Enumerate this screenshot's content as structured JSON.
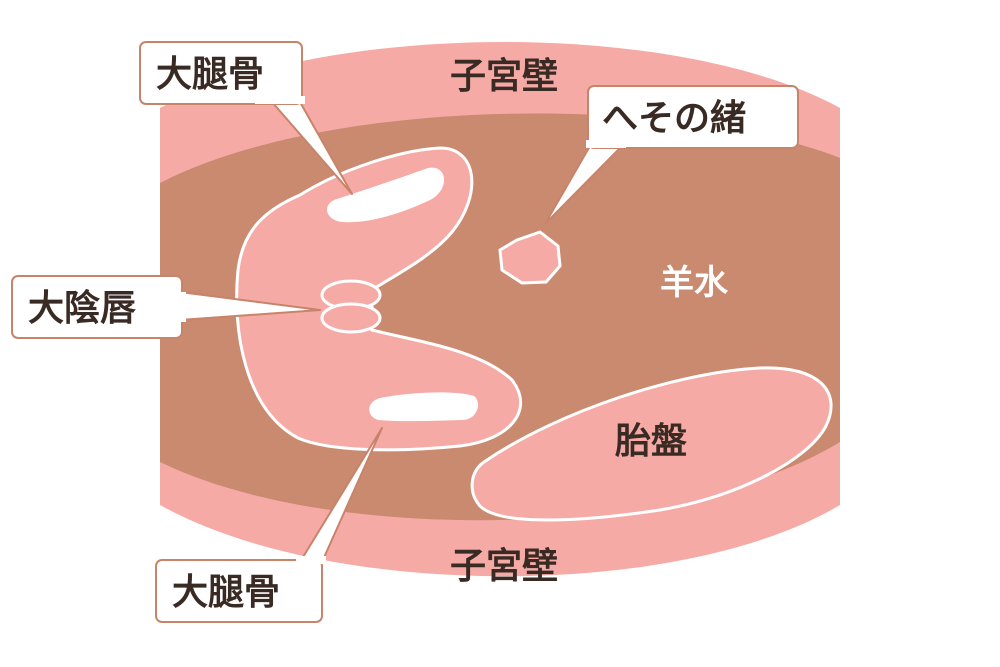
{
  "labels": {
    "uterus_wall_top": "子宮壁",
    "uterus_wall_bottom": "子宮壁",
    "amniotic_fluid": "羊水",
    "placenta": "胎盤"
  },
  "callouts": {
    "femur_top": "大腿骨",
    "umbilical_cord": "へその緒",
    "labia_majora": "大陰唇",
    "femur_bottom": "大腿骨"
  },
  "colors": {
    "uterus_wall": "#f5aaa6",
    "amniotic_fluid": "#c98a70",
    "fetal_tissue": "#f5aaa6",
    "outline": "#ffffff",
    "callout_border": "#c8846a",
    "text": "#3a2a24"
  }
}
